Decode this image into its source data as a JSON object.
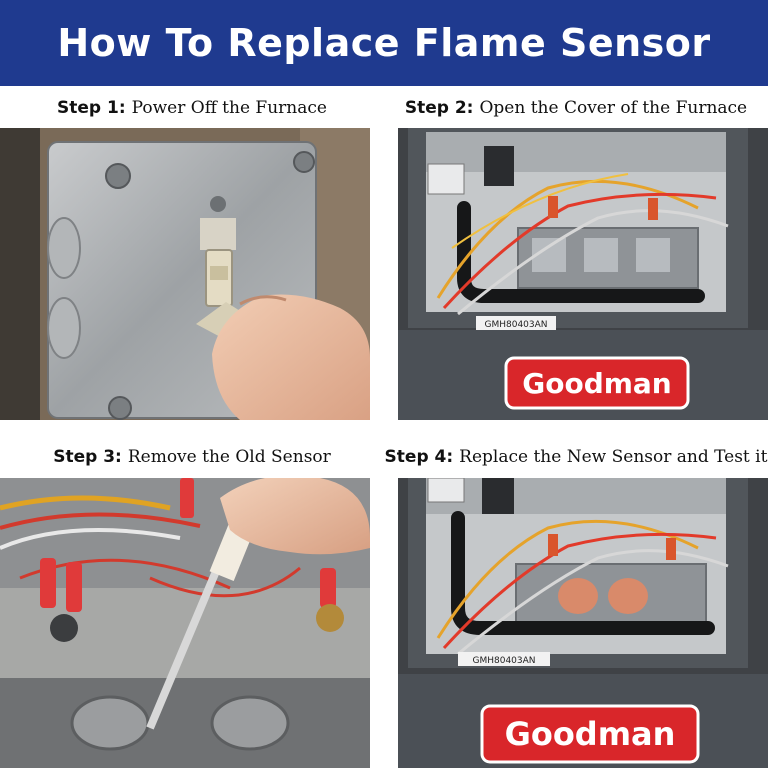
{
  "header": {
    "title": "How To Replace Flame Sensor"
  },
  "steps": [
    {
      "number": "Step 1:",
      "text": "Power Off the Furnace"
    },
    {
      "number": "Step 2:",
      "text": "Open the Cover of the Furnace"
    },
    {
      "number": "Step 3:",
      "text": "Remove the Old Sensor"
    },
    {
      "number": "Step 4:",
      "text": "Replace the New Sensor and Test it"
    }
  ],
  "photos": {
    "model_tag": "GMH80403AN",
    "brand": "Goodman"
  },
  "colors": {
    "banner": "#1f3a8f",
    "brand_red": "#d9262a",
    "cabinet": "#4b5056",
    "metal": "#a9acaf"
  }
}
